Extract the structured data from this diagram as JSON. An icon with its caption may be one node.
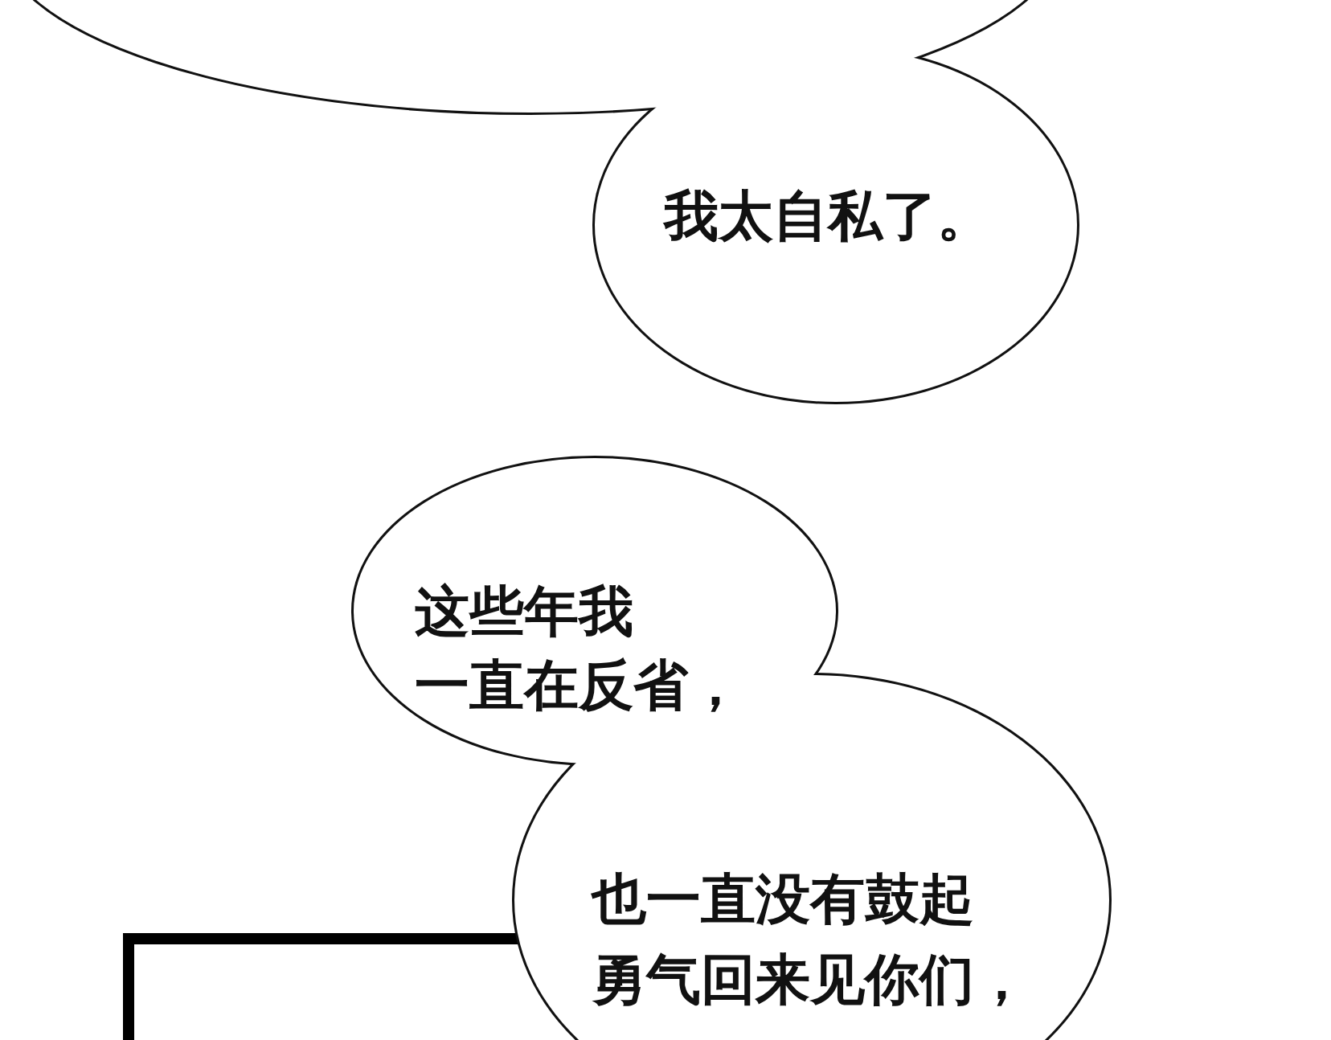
{
  "diagram": {
    "nodes": [
      {
        "text": [
          "我太自私了。"
        ]
      },
      {
        "text": [
          "这些年我一直在反省，",
          "也一直没有鼓起勇气回来见你们，"
        ]
      }
    ]
  }
}
